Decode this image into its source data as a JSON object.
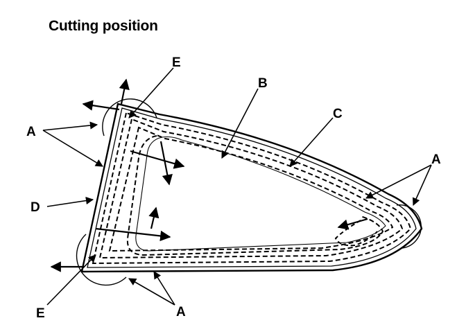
{
  "title": "Cutting position",
  "labels": {
    "E_top": "E",
    "B": "B",
    "C": "C",
    "A_left": "A",
    "A_right": "A",
    "D": "D",
    "E_bottom": "E",
    "A_bottom": "A"
  },
  "colors": {
    "ink": "#000000",
    "background": "#ffffff"
  }
}
